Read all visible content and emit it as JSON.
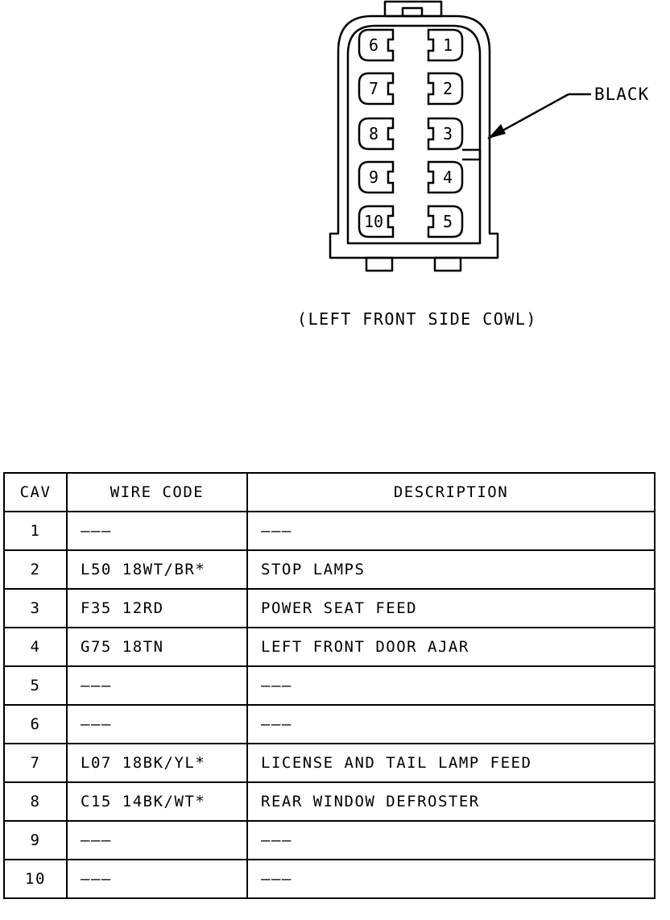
{
  "diagram": {
    "callout_label": "BLACK",
    "caption": "(LEFT FRONT SIDE COWL)",
    "left_column_pins": [
      "6",
      "7",
      "8",
      "9",
      "10"
    ],
    "right_column_pins": [
      "1",
      "2",
      "3",
      "4",
      "5"
    ]
  },
  "table": {
    "headers": {
      "cav": "CAV",
      "wire_code": "WIRE CODE",
      "description": "DESCRIPTION"
    },
    "rows": [
      {
        "cav": "1",
        "wire_code": "———",
        "description": "———"
      },
      {
        "cav": "2",
        "wire_code": "L50 18WT/BR*",
        "description": "STOP LAMPS"
      },
      {
        "cav": "3",
        "wire_code": "F35 12RD",
        "description": "POWER SEAT FEED"
      },
      {
        "cav": "4",
        "wire_code": "G75 18TN",
        "description": "LEFT FRONT DOOR AJAR"
      },
      {
        "cav": "5",
        "wire_code": "———",
        "description": "———"
      },
      {
        "cav": "6",
        "wire_code": "———",
        "description": "———"
      },
      {
        "cav": "7",
        "wire_code": "L07 18BK/YL*",
        "description": "LICENSE AND TAIL LAMP FEED"
      },
      {
        "cav": "8",
        "wire_code": "C15 14BK/WT*",
        "description": "REAR WINDOW DEFROSTER"
      },
      {
        "cav": "9",
        "wire_code": "———",
        "description": "———"
      },
      {
        "cav": "10",
        "wire_code": "———",
        "description": "———"
      }
    ]
  }
}
